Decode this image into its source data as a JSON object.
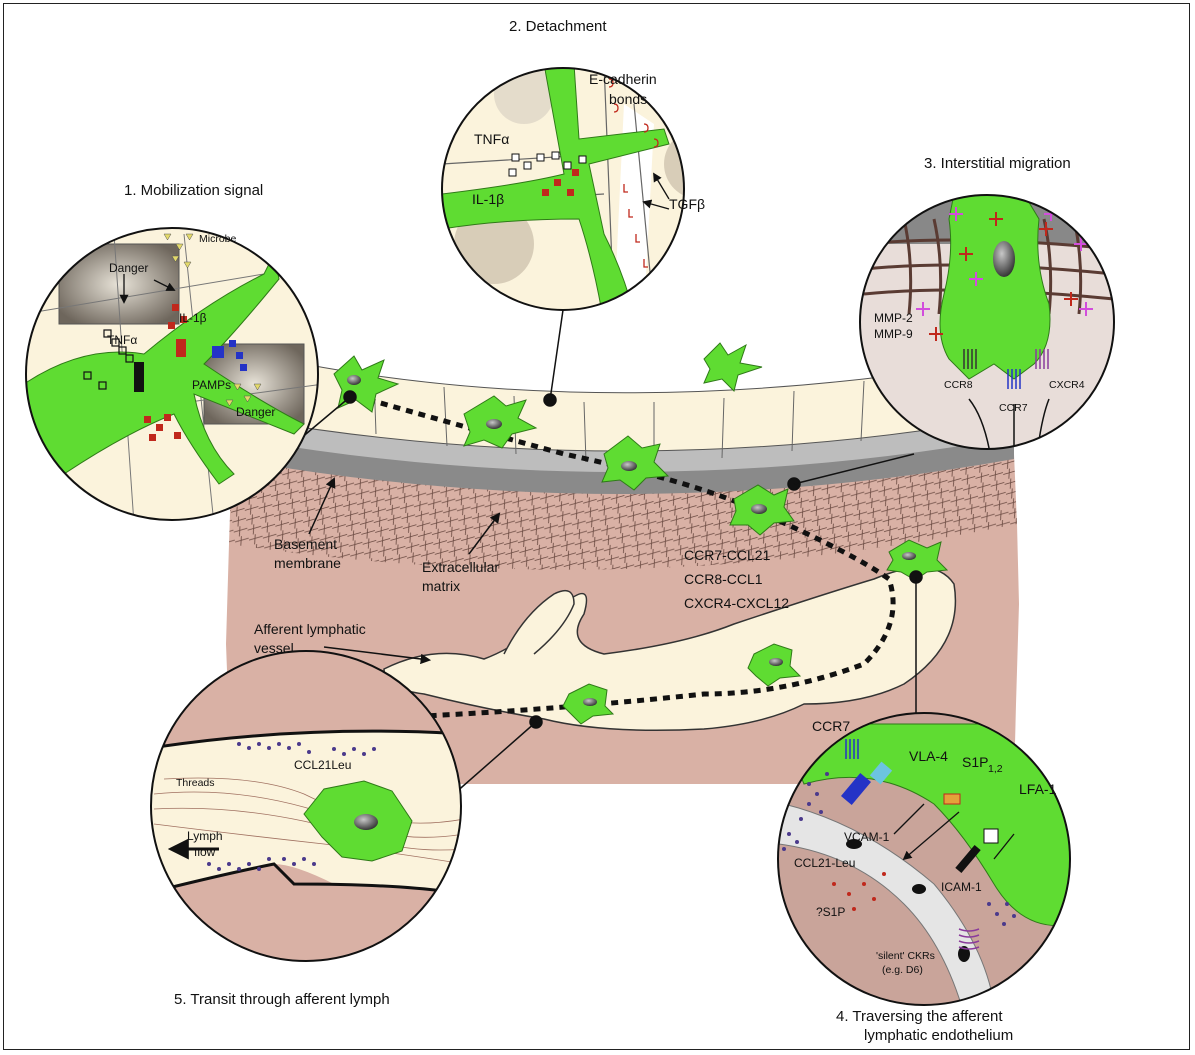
{
  "panels": {
    "p1": {
      "title": "1. Mobilization signal",
      "microbe": "Microbe",
      "danger_top": "Danger",
      "danger_bottom": "Danger",
      "tnf": "TNFα",
      "il1b": "IL-1β",
      "pamps": "PAMPs"
    },
    "p2": {
      "title": "2. Detachment",
      "ecad_line1": "E-cadherin",
      "ecad_line2": "bonds",
      "tnf": "TNFα",
      "il1b": "IL-1β",
      "tgfb": "TGFβ"
    },
    "p3": {
      "title": "3. Interstitial migration",
      "mmp2": "MMP-2",
      "mmp9": "MMP-9",
      "ccr8": "CCR8",
      "ccr7": "CCR7",
      "cxcr4": "CXCR4"
    },
    "p4": {
      "title_line1": "4. Traversing the afferent",
      "title_line2": "lymphatic endothelium",
      "ccr7": "CCR7",
      "vla4": "VLA-4",
      "s1p": "S1P",
      "s1p_sub": "1,2",
      "lfa1": "LFA-1",
      "vcam1": "VCAM-1",
      "icam1": "ICAM-1",
      "ccl21leu": "CCL21-Leu",
      "s1p_q": "?S1P",
      "silent_line1": "'silent' CKRs",
      "silent_line2": "(e.g. D6)"
    },
    "p5": {
      "title": "5. Transit through afferent lymph",
      "ccl21leu": "CCL21Leu",
      "threads": "Threads",
      "flow_line1": "Lymph",
      "flow_line2": "flow"
    }
  },
  "tissue": {
    "basement_line1": "Basement",
    "basement_line2": "membrane",
    "ecm_line1": "Extracellular",
    "ecm_line2": "matrix",
    "vessel_line1": "Afferent lymphatic",
    "vessel_line2": "vessel",
    "chemokines": [
      "CCR7-CCL21",
      "CCR8-CCL1",
      "CXCR4-CXCL12"
    ]
  },
  "colors": {
    "cell_green": "#5fdc32",
    "tissue_pink": "#d9b1a5",
    "lymph_cream": "#fbf3dc",
    "il1b_red": "#c0281c",
    "pamp_blue": "#2433c6",
    "mmp_magenta": "#d24ddc"
  }
}
